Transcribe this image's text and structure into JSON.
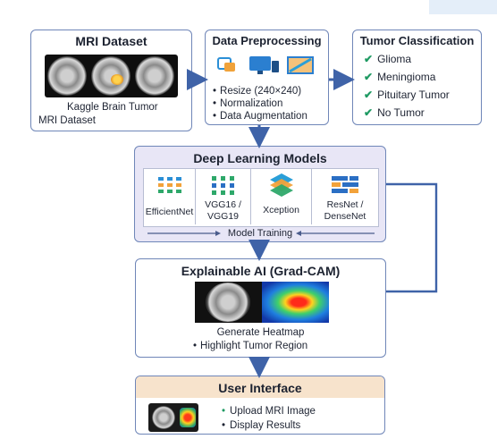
{
  "colors": {
    "accent": "#3f63a8",
    "check": "#1f9a63",
    "dl_bg": "#e8e6f6",
    "ui_header": "#f7e3cc"
  },
  "mri_dataset": {
    "title": "MRI Dataset",
    "caption_line1": "Kaggle Brain Tumor",
    "caption_line2": "MRI Dataset"
  },
  "preprocessing": {
    "title": "Data Preprocessing",
    "steps": [
      "Resize (240×240)",
      "Normalization",
      "Data Augmentation"
    ]
  },
  "classification": {
    "title": "Tumor Classification",
    "classes": [
      "Glioma",
      "Meningioma",
      "Pituitary Tumor",
      "No Tumor"
    ]
  },
  "deep_learning": {
    "title": "Deep Learning Models",
    "models": [
      {
        "label_line1": "EfficientNet",
        "label_line2": "",
        "icon": "network-grid-icon"
      },
      {
        "label_line1": "VGG16 /",
        "label_line2": "VGG19",
        "icon": "network-grid-icon"
      },
      {
        "label_line1": "Xception",
        "label_line2": "",
        "icon": "layers-stack-icon"
      },
      {
        "label_line1": "ResNet /",
        "label_line2": "DenseNet",
        "icon": "blocks-icon"
      }
    ],
    "training_label": "Model Training"
  },
  "xai": {
    "title": "Explainable AI (Grad-CAM)",
    "caption_line1": "Generate Heatmap",
    "caption_line2": "Highlight Tumor Region"
  },
  "ui": {
    "title": "User Interface",
    "items": [
      "Upload MRI Image",
      "Display Results"
    ]
  }
}
